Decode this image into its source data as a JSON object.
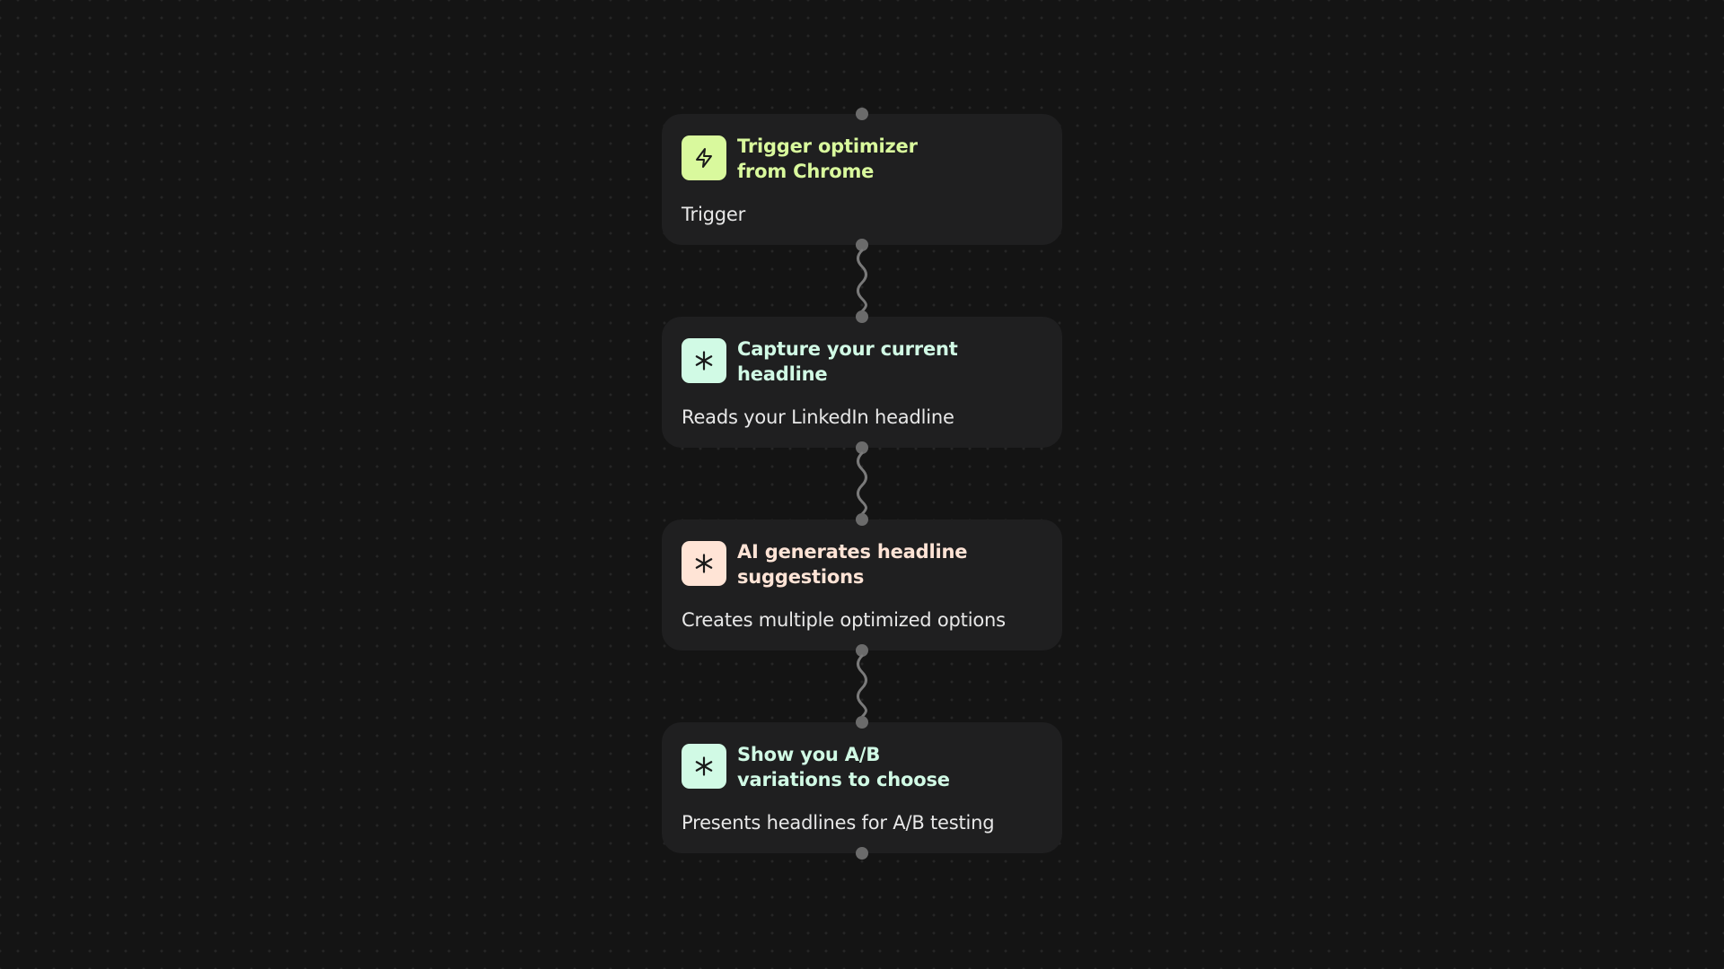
{
  "workflow": {
    "nodes": [
      {
        "title": "Trigger optimizer from Chrome",
        "description": "Trigger",
        "icon": "lightning-bolt-icon",
        "icon_bg": "#d9f99d",
        "title_color": "#d9f99d"
      },
      {
        "title": "Capture your current headline",
        "description": "Reads your LinkedIn headline",
        "icon": "asterisk-icon",
        "icon_bg": "#d1fae5",
        "title_color": "#d1fae5"
      },
      {
        "title": "AI generates headline suggestions",
        "description": "Creates multiple optimized options",
        "icon": "asterisk-icon",
        "icon_bg": "#ffe4d6",
        "title_color": "#ffe4d6"
      },
      {
        "title": "Show you A/B variations to choose",
        "description": "Presents headlines for A/B testing",
        "icon": "asterisk-icon",
        "icon_bg": "#d1fae5",
        "title_color": "#d1fae5"
      }
    ]
  }
}
